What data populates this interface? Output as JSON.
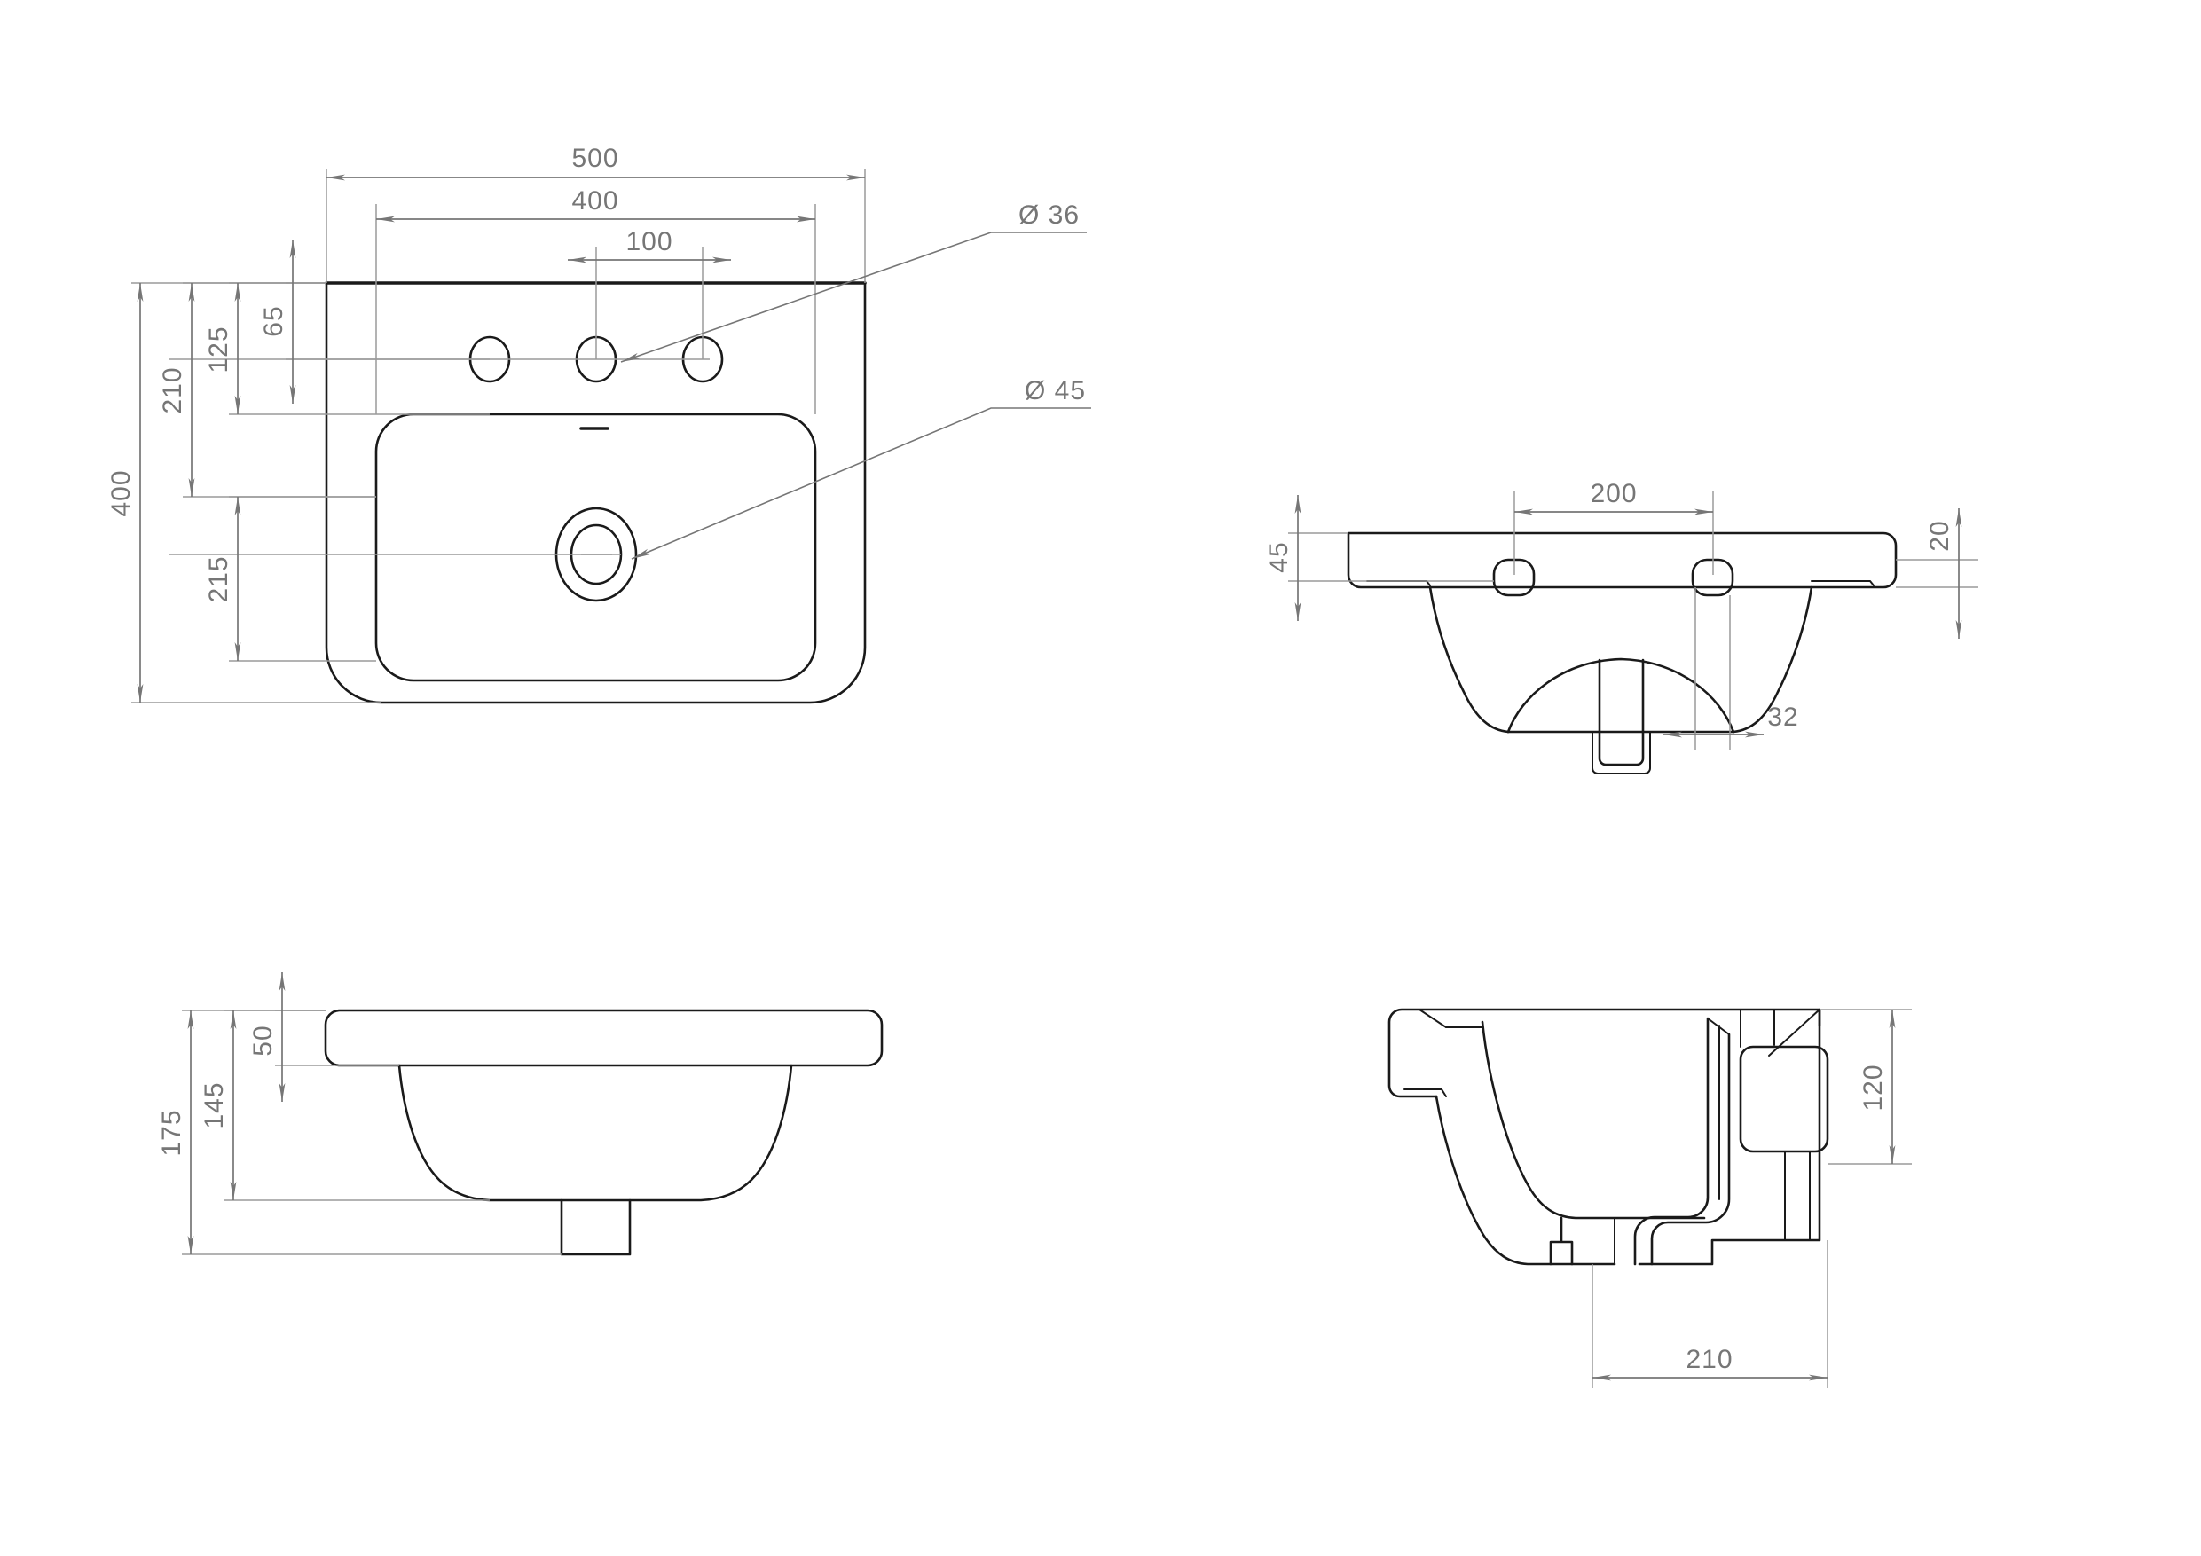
{
  "drawing": {
    "type": "engineering-drawing",
    "subject": "wash basin / washbasin sanitaryware",
    "unit": "mm",
    "line_color": "#1a1a1a",
    "dimension_color": "#767676",
    "background": "#ffffff"
  },
  "views": {
    "plan": {
      "name": "Plan view (top)",
      "dimensions": {
        "overall_width": "500",
        "bowl_width": "400",
        "tap_hole_spacing": "100",
        "overall_depth": "400",
        "front_to_bowl_front": "210",
        "tap_hole_from_rear": "125",
        "rear_edge_offset": "65",
        "bowl_depth_rear": "215"
      },
      "callouts": {
        "tap_hole_diameter": "Ø 36",
        "waste_hole_diameter": "Ø 45"
      }
    },
    "rear": {
      "name": "Rear elevation",
      "dimensions": {
        "tap_centres": "200",
        "rim_height": "45",
        "lip_height": "20",
        "bracket_offset": "32"
      }
    },
    "front": {
      "name": "Front elevation",
      "dimensions": {
        "overall_height": "175",
        "bowl_height": "145",
        "rim_thickness": "50"
      }
    },
    "section": {
      "name": "Side section",
      "dimensions": {
        "rear_height": "120",
        "projection": "210"
      }
    }
  },
  "labels": {
    "d500": "500",
    "d400w": "400",
    "d100": "100",
    "d400h": "400",
    "d210": "210",
    "d125": "125",
    "d65": "65",
    "d215": "215",
    "dia36": "Ø 36",
    "dia45": "Ø 45",
    "d200": "200",
    "d45": "45",
    "d20": "20",
    "d32": "32",
    "d175": "175",
    "d145": "145",
    "d50": "50",
    "d120": "120",
    "d210b": "210"
  }
}
